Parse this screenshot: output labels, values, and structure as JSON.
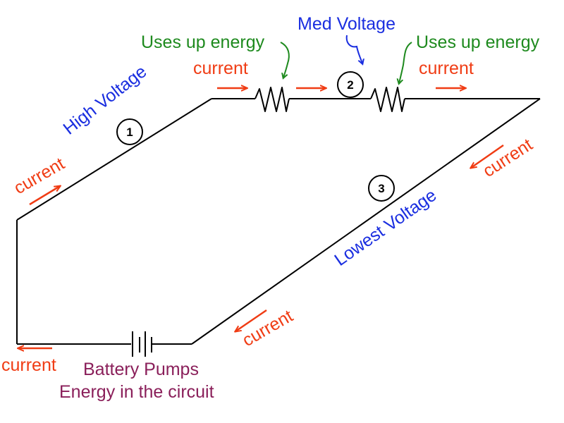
{
  "labels": {
    "high_voltage": "High Voltage",
    "med_voltage": "Med Voltage",
    "lowest_voltage": "Lowest Voltage",
    "uses_up_energy_left": "Uses up energy",
    "uses_up_energy_right": "Uses up energy",
    "battery_line1": "Battery Pumps",
    "battery_line2": "Energy in the circuit"
  },
  "current_labels": {
    "top_left": "current",
    "top_right": "current",
    "left_diagonal": "current",
    "right_diagonal": "current",
    "lower_diagonal": "current",
    "bottom_left": "current"
  },
  "point_markers": {
    "one": "1",
    "two": "2",
    "three": "3"
  },
  "colors": {
    "wire": "#000000",
    "current": "#f03c14",
    "voltage": "#1a2ee0",
    "energy": "#1e8a1e",
    "battery_text": "#8a1f5a"
  }
}
